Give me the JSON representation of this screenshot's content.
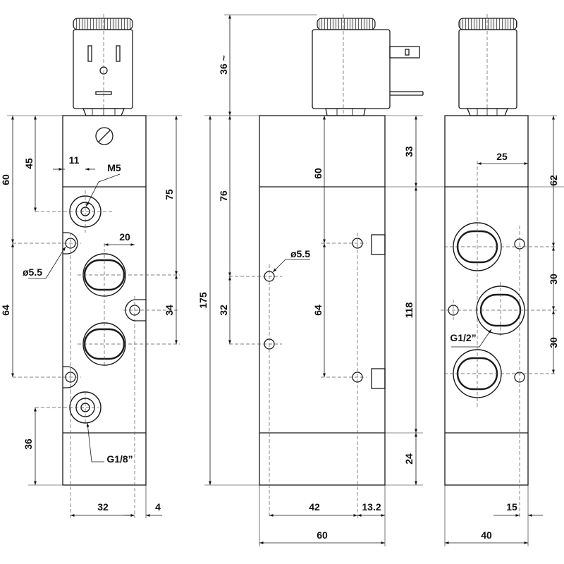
{
  "labels": {
    "front": {
      "h60": "60",
      "h45": "45",
      "w11": "11",
      "thread_m5": "M5",
      "w20": "20",
      "dia55": "ø5.5",
      "h64": "64",
      "h75": "75",
      "h34": "34",
      "h36": "36",
      "port_g18": "G1/8”",
      "w32": "32",
      "w4": "4"
    },
    "side": {
      "h36": "36 ~",
      "h175": "175",
      "h76": "76",
      "h60": "60",
      "dia55": "ø5.5",
      "h32": "32",
      "h64": "64",
      "w42": "42",
      "w13_2": "13.2",
      "w60": "60"
    },
    "right": {
      "h33": "33",
      "w25": "25",
      "h62": "62",
      "h118": "118",
      "h30a": "30",
      "h30b": "30",
      "port_g12": "G1/2”",
      "h24": "24",
      "w15": "15",
      "w40": "40"
    }
  }
}
